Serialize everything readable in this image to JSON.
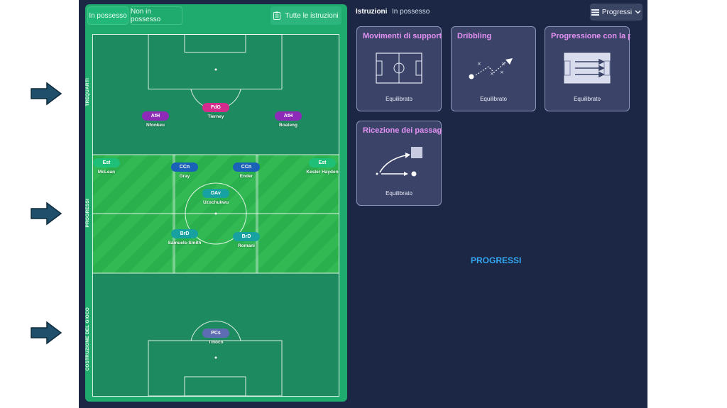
{
  "tabs": {
    "in_possession": "In possesso",
    "out_possession": "Non in possesso",
    "all_instructions": "Tutte le istruzioni"
  },
  "zones": {
    "top": "TREQUARTI",
    "middle": "PROGRESSI",
    "bottom": "COSTRUZIONE DEL GIOCO"
  },
  "players": [
    {
      "role": "AtH",
      "name": "Nfonkeu",
      "color": "#8d2bb8"
    },
    {
      "role": "FdG",
      "name": "Tierney",
      "color": "#d32c8c"
    },
    {
      "role": "AtH",
      "name": "Boateng",
      "color": "#8d2bb8"
    },
    {
      "role": "Est",
      "name": "McLean",
      "color": "#1fbf78"
    },
    {
      "role": "CCn",
      "name": "Gray",
      "color": "#1a61b8"
    },
    {
      "role": "CCn",
      "name": "Ender",
      "color": "#1a61b8"
    },
    {
      "role": "Est",
      "name": "Kesler Hayden",
      "color": "#1fbf78"
    },
    {
      "role": "DAv",
      "name": "Uzochukwu",
      "color": "#17a1a0"
    },
    {
      "role": "BrD",
      "name": "Samuels-Smith",
      "color": "#17a1a0"
    },
    {
      "role": "BrD",
      "name": "Romanì",
      "color": "#17a1a0"
    },
    {
      "role": "PCs",
      "name": "Tinoco",
      "color": "#5e6cb4"
    }
  ],
  "right": {
    "title": "Istruzioni",
    "subtitle": "In possesso",
    "dropdown": "Progressi",
    "cards": [
      {
        "title": "Movimenti di supporto",
        "value": "Equilibrato"
      },
      {
        "title": "Dribbling",
        "value": "Equilibrato"
      },
      {
        "title": "Progressione con la pa",
        "value": "Equilibrato"
      },
      {
        "title": "Ricezione dei passaggi",
        "value": "Equilibrato"
      }
    ],
    "center_label": "PROGRESSI"
  },
  "colors": {
    "app_bg": "#1b2744",
    "panel_green": "#1faa6e",
    "accent_pink": "#e391f2",
    "accent_blue": "#35a7f2"
  },
  "icons": {
    "arrow": "right-arrow-icon",
    "clipboard": "clipboard-icon",
    "dropdown": "chevron-down-icon"
  }
}
